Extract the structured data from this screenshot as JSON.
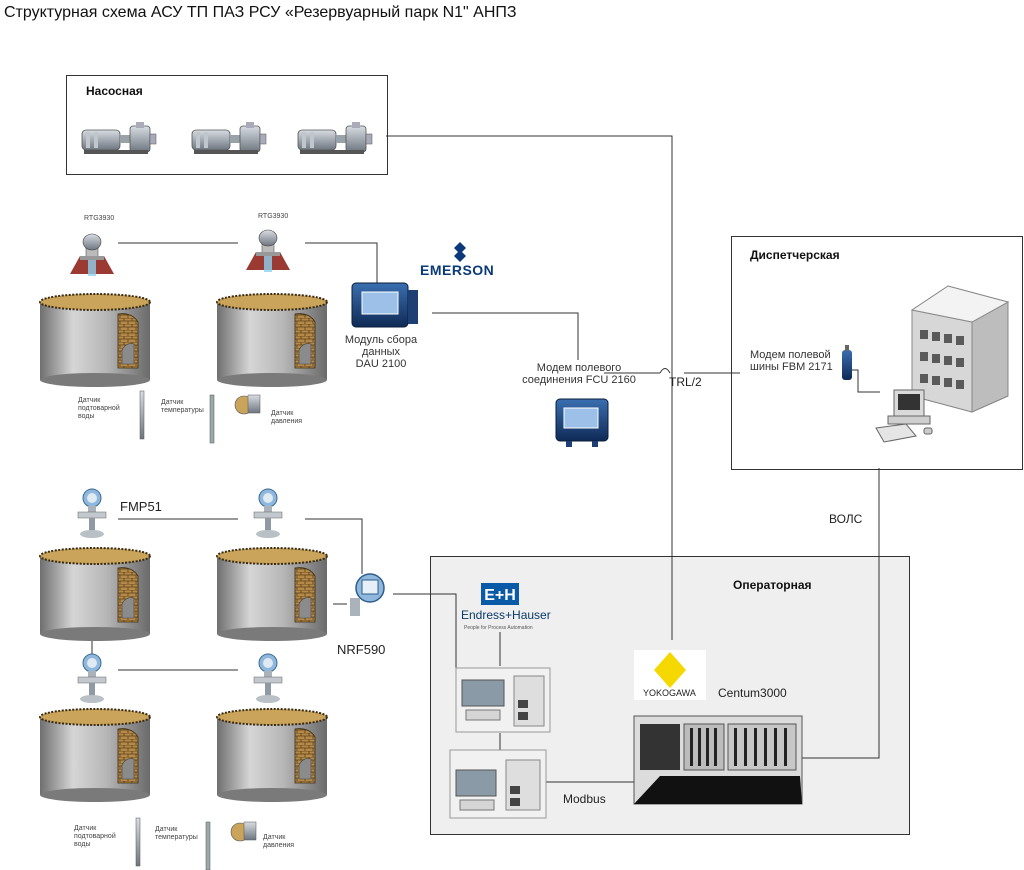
{
  "title": "Структурная схема АСУ ТП ПАЗ РСУ «Резервуарный парк N1\" АНПЗ",
  "pump_room": {
    "label": "Насосная"
  },
  "dispatch": {
    "label": "Диспетчерская",
    "modem_line1": "Модем полевой",
    "modem_line2": "шины FBM 2171"
  },
  "operator": {
    "label": "Операторная"
  },
  "emerson": {
    "logo": "EMERSON",
    "color": "#0a3a7a"
  },
  "rtg1": {
    "label": "RTG3930"
  },
  "rtg2": {
    "label": "RTG3930"
  },
  "dau": {
    "line1": "Модуль сбора",
    "line2": "данных",
    "line3": "DAU 2100"
  },
  "fcu": {
    "line1": "Модем полевого",
    "line2": "соединения FCU 2160"
  },
  "trl": "TRL/2",
  "vols": "ВОЛС",
  "fmp": "FMP51",
  "nrf": "NRF590",
  "modbus": "Modbus",
  "centum": "Centum3000",
  "eh": {
    "logo": "E+H",
    "name": "Endress+Hauser",
    "tagline": "People for Process Automation",
    "color": "#0a5aa8"
  },
  "yokogawa": {
    "name": "YOKOGAWA",
    "color": "#f5d800"
  },
  "sensors_top": {
    "water": [
      "Датчик",
      "подтоварной",
      "воды"
    ],
    "temp": [
      "Датчик",
      "температуры"
    ],
    "press": [
      "Датчик",
      "давления"
    ]
  },
  "sensors_bottom": {
    "water": [
      "Датчик",
      "подтоварной",
      "воды"
    ],
    "temp": [
      "Датчик",
      "температуры"
    ],
    "press": [
      "Датчик",
      "давления"
    ]
  }
}
